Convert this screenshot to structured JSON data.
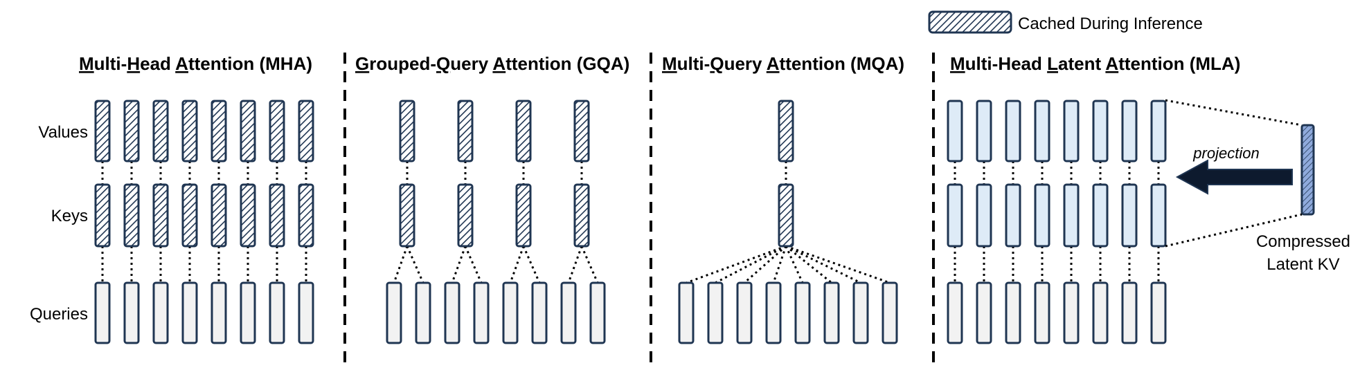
{
  "legend": {
    "label": "Cached During Inference"
  },
  "row_labels": {
    "values": "Values",
    "keys": "Keys",
    "queries": "Queries"
  },
  "panels": [
    {
      "id": "mha",
      "title": [
        {
          "text": "M",
          "u": true
        },
        {
          "text": "ulti-"
        },
        {
          "text": "H",
          "u": true
        },
        {
          "text": "ead "
        },
        {
          "text": "A",
          "u": true
        },
        {
          "text": "ttention (MHA)"
        }
      ]
    },
    {
      "id": "gqa",
      "title": [
        {
          "text": "G",
          "u": true
        },
        {
          "text": "rouped-"
        },
        {
          "text": "Q",
          "u": true
        },
        {
          "text": "uery "
        },
        {
          "text": "A",
          "u": true
        },
        {
          "text": "ttention (GQA)"
        }
      ]
    },
    {
      "id": "mqa",
      "title": [
        {
          "text": "M",
          "u": true
        },
        {
          "text": "ulti-"
        },
        {
          "text": "Q",
          "u": true
        },
        {
          "text": "uery "
        },
        {
          "text": "A",
          "u": true
        },
        {
          "text": "ttention (MQA)"
        }
      ]
    },
    {
      "id": "mla",
      "title": [
        {
          "text": "M",
          "u": true
        },
        {
          "text": "ulti-Head "
        },
        {
          "text": "L",
          "u": true
        },
        {
          "text": "atent "
        },
        {
          "text": "A",
          "u": true
        },
        {
          "text": "ttention (MLA)"
        }
      ]
    }
  ],
  "mla": {
    "projection_label": "projection",
    "latent_label": [
      "Compressed",
      "Latent KV"
    ]
  },
  "colors": {
    "outline": "#1f3552",
    "query_fill": "#f2f2f2",
    "mla_fill": "#deebf7",
    "latent_fill": "#8faadc",
    "arrow": "#0d1a2e",
    "text": "#000000"
  }
}
